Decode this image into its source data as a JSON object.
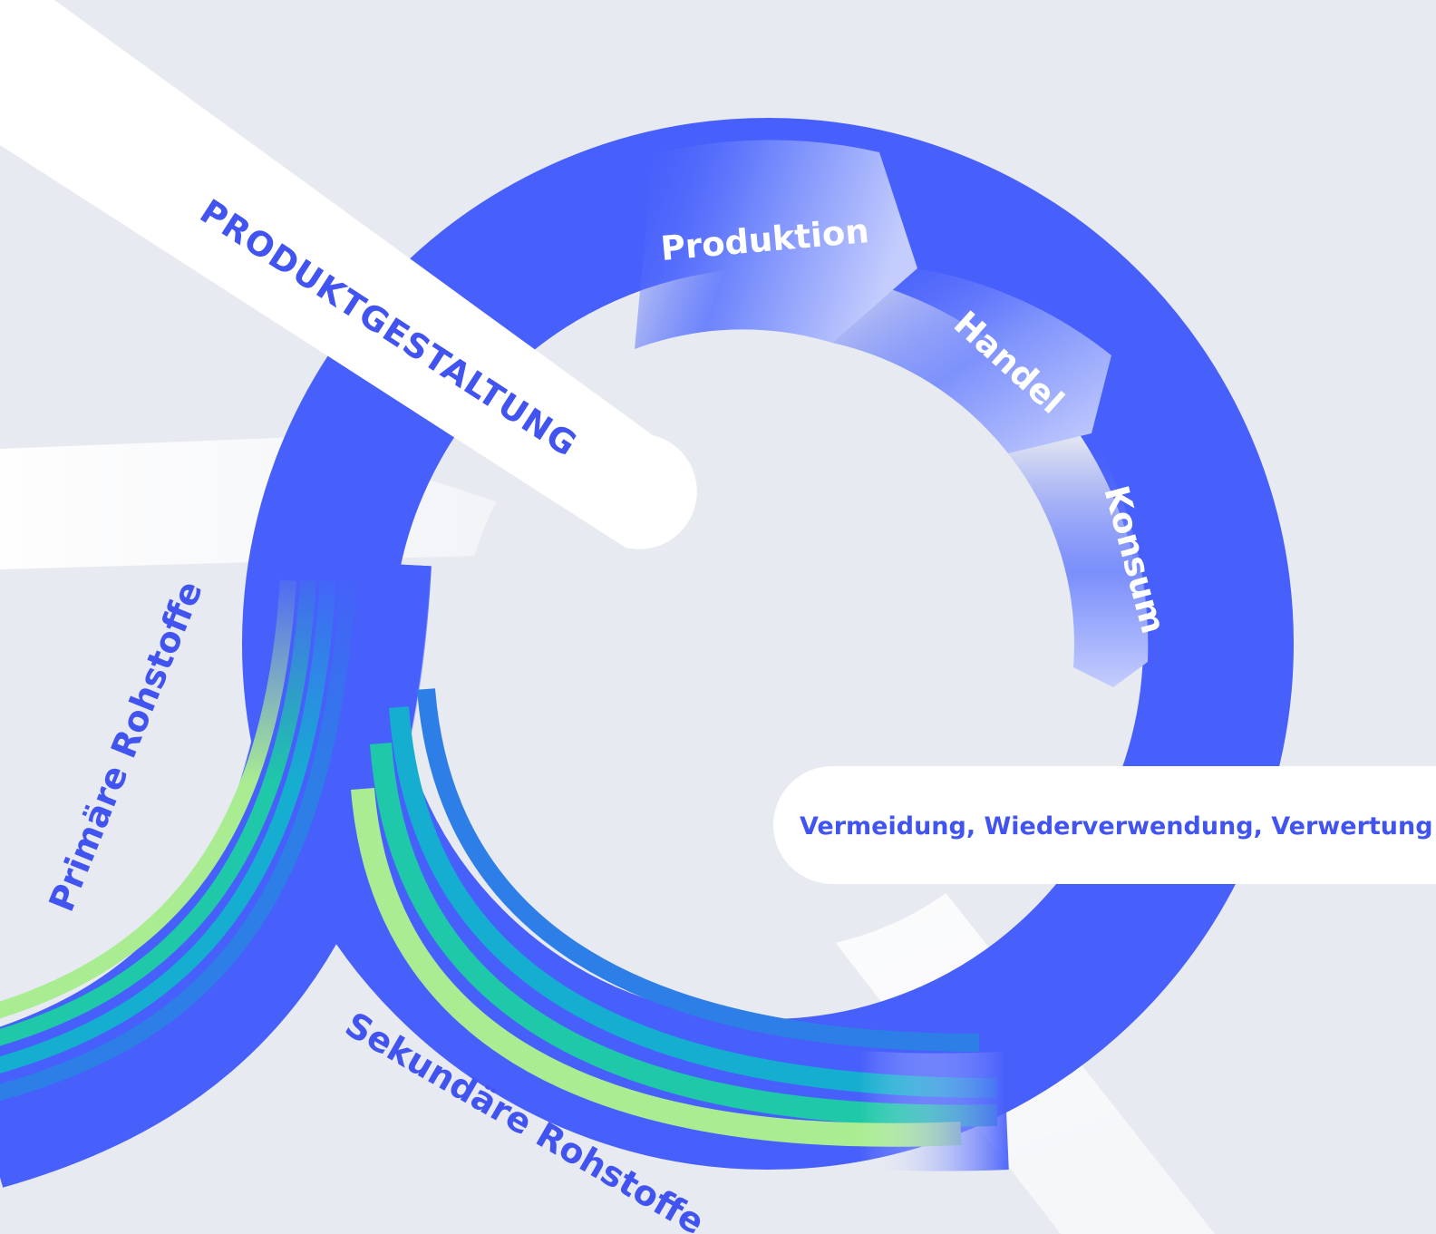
{
  "diagram": {
    "product_design": "PRODUKTGESTALTUNG",
    "stages": [
      "Produktion",
      "Handel",
      "Konsum"
    ],
    "waste_hierarchy": "Vermeidung, Wiederverwendung, Verwertung",
    "primary_raw_materials": "Primäre Rohstoffe",
    "secondary_raw_materials": "Sekundäre Rohstoffe"
  },
  "colors": {
    "background": "#e7eaf0",
    "ring": "#475ffb",
    "label": "#4254f0",
    "white": "#ffffff",
    "stream_green": "#a9ec92",
    "stream_teal": "#1ec8a8",
    "stream_cyan": "#16aed0",
    "stream_blue": "#2d7ee6"
  }
}
